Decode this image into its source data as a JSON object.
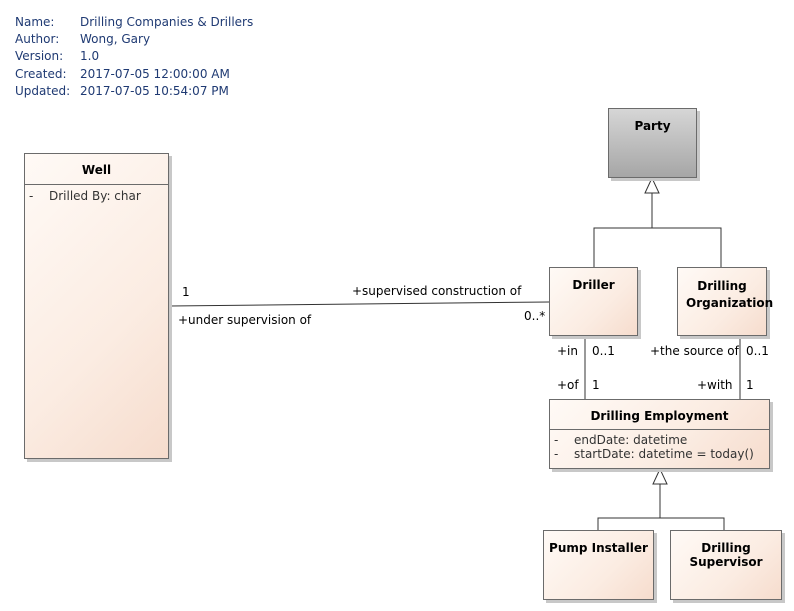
{
  "meta": [
    {
      "key": "Name:",
      "value": "Drilling Companies & Drillers"
    },
    {
      "key": "Author:",
      "value": "Wong, Gary"
    },
    {
      "key": "Version:",
      "value": "1.0"
    },
    {
      "key": "Created:",
      "value": "2017-07-05 12:00:00 AM"
    },
    {
      "key": "Updated:",
      "value": "2017-07-05 10:54:07 PM"
    }
  ],
  "classes": {
    "party": {
      "name": "Party"
    },
    "well": {
      "name": "Well",
      "attributes": [
        {
          "vis": "-",
          "text": "Drilled By: char"
        }
      ]
    },
    "driller": {
      "name": "Driller"
    },
    "drilling_org": {
      "name": "Drilling Organization"
    },
    "drilling_employment": {
      "name": "Drilling Employment",
      "attributes": [
        {
          "vis": "-",
          "text": "endDate: datetime"
        },
        {
          "vis": "-",
          "text": "startDate: datetime = today()"
        }
      ]
    },
    "pump_installer": {
      "name": "Pump Installer"
    },
    "drilling_supervisor": {
      "name": "Drilling Supervisor"
    }
  },
  "associations": {
    "well_driller": {
      "well_mult": "1",
      "well_role": "+under supervision of",
      "driller_role": "+supervised construction of",
      "driller_mult": "0..*"
    },
    "driller_employment": {
      "driller_role": "+in",
      "driller_mult": "0..1",
      "employment_role": "+of",
      "employment_mult": "1"
    },
    "org_employment": {
      "org_role": "+the source of",
      "org_mult": "0..1",
      "employment_role": "+with",
      "employment_mult": "1"
    }
  },
  "colors": {
    "accent_text": "#1f3a73",
    "party_fill": "#a6a6a6",
    "class_fill": "#fbece2",
    "border": "#6b6b6b"
  }
}
